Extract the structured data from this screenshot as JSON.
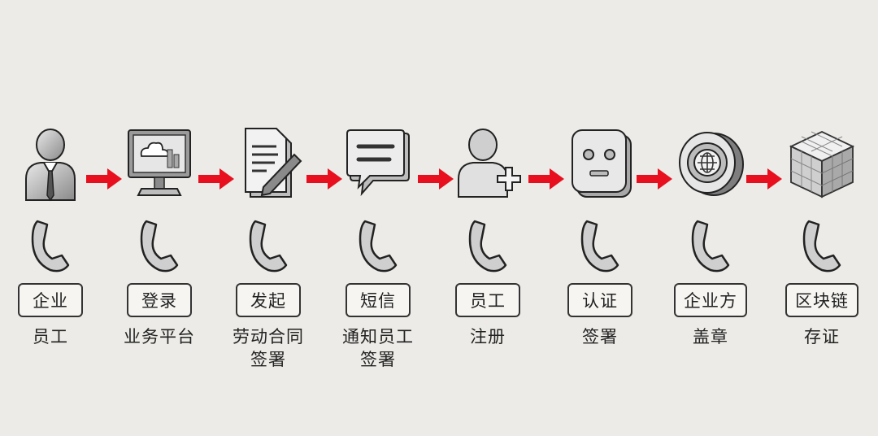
{
  "steps": [
    {
      "icon": "employee-icon",
      "label": "企业",
      "desc": [
        "员工"
      ]
    },
    {
      "icon": "monitor-icon",
      "label": "登录",
      "desc": [
        "业务平台"
      ]
    },
    {
      "icon": "document-pen-icon",
      "label": "发起",
      "desc": [
        "劳动合同",
        "签署"
      ]
    },
    {
      "icon": "chat-bubble-icon",
      "label": "短信",
      "desc": [
        "通知员工",
        "签署"
      ]
    },
    {
      "icon": "user-add-icon",
      "label": "员工",
      "desc": [
        "注册"
      ]
    },
    {
      "icon": "face-id-icon",
      "label": "认证",
      "desc": [
        "签署"
      ]
    },
    {
      "icon": "seal-icon",
      "label": "企业方",
      "desc": [
        "盖章"
      ]
    },
    {
      "icon": "blockchain-cube-icon",
      "label": "区块链",
      "desc": [
        "存证"
      ]
    }
  ],
  "colors": {
    "arrow": "#e8101e",
    "background": "#ecebe7"
  }
}
